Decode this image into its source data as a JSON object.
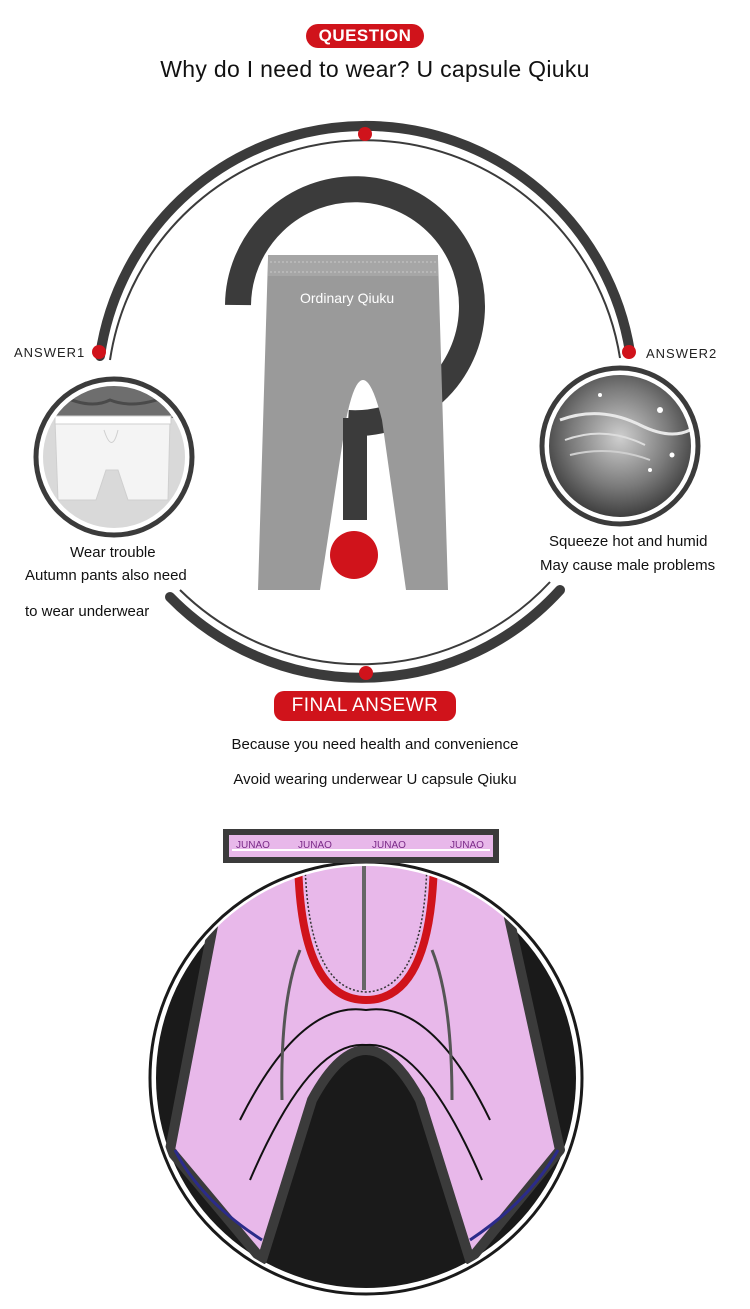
{
  "header": {
    "badge": "QUESTION",
    "title": "Why do I need to wear? U capsule Qiuku"
  },
  "center": {
    "pants_label": "Ordinary Qiuku"
  },
  "answer1": {
    "label": "ANSWER1",
    "lines": [
      "Wear trouble",
      "Autumn pants also need",
      "to wear underwear"
    ]
  },
  "answer2": {
    "label": "ANSWER2",
    "lines": [
      "Squeeze hot and humid",
      "May cause male problems"
    ]
  },
  "final": {
    "badge": "FINAL ANSEWR",
    "line1": "Because you need health and convenience",
    "line2": "Avoid wearing underwear U capsule Qiuku"
  },
  "product": {
    "brand_marks": [
      "JUNAO",
      "JUNAO",
      "JUNAO",
      "JUNAO"
    ]
  },
  "colors": {
    "accent_red": "#d0131b",
    "dark_gray": "#3b3b3b",
    "pants_gray": "#9a9a9a",
    "fabric_pink": "#e8b8ea"
  }
}
